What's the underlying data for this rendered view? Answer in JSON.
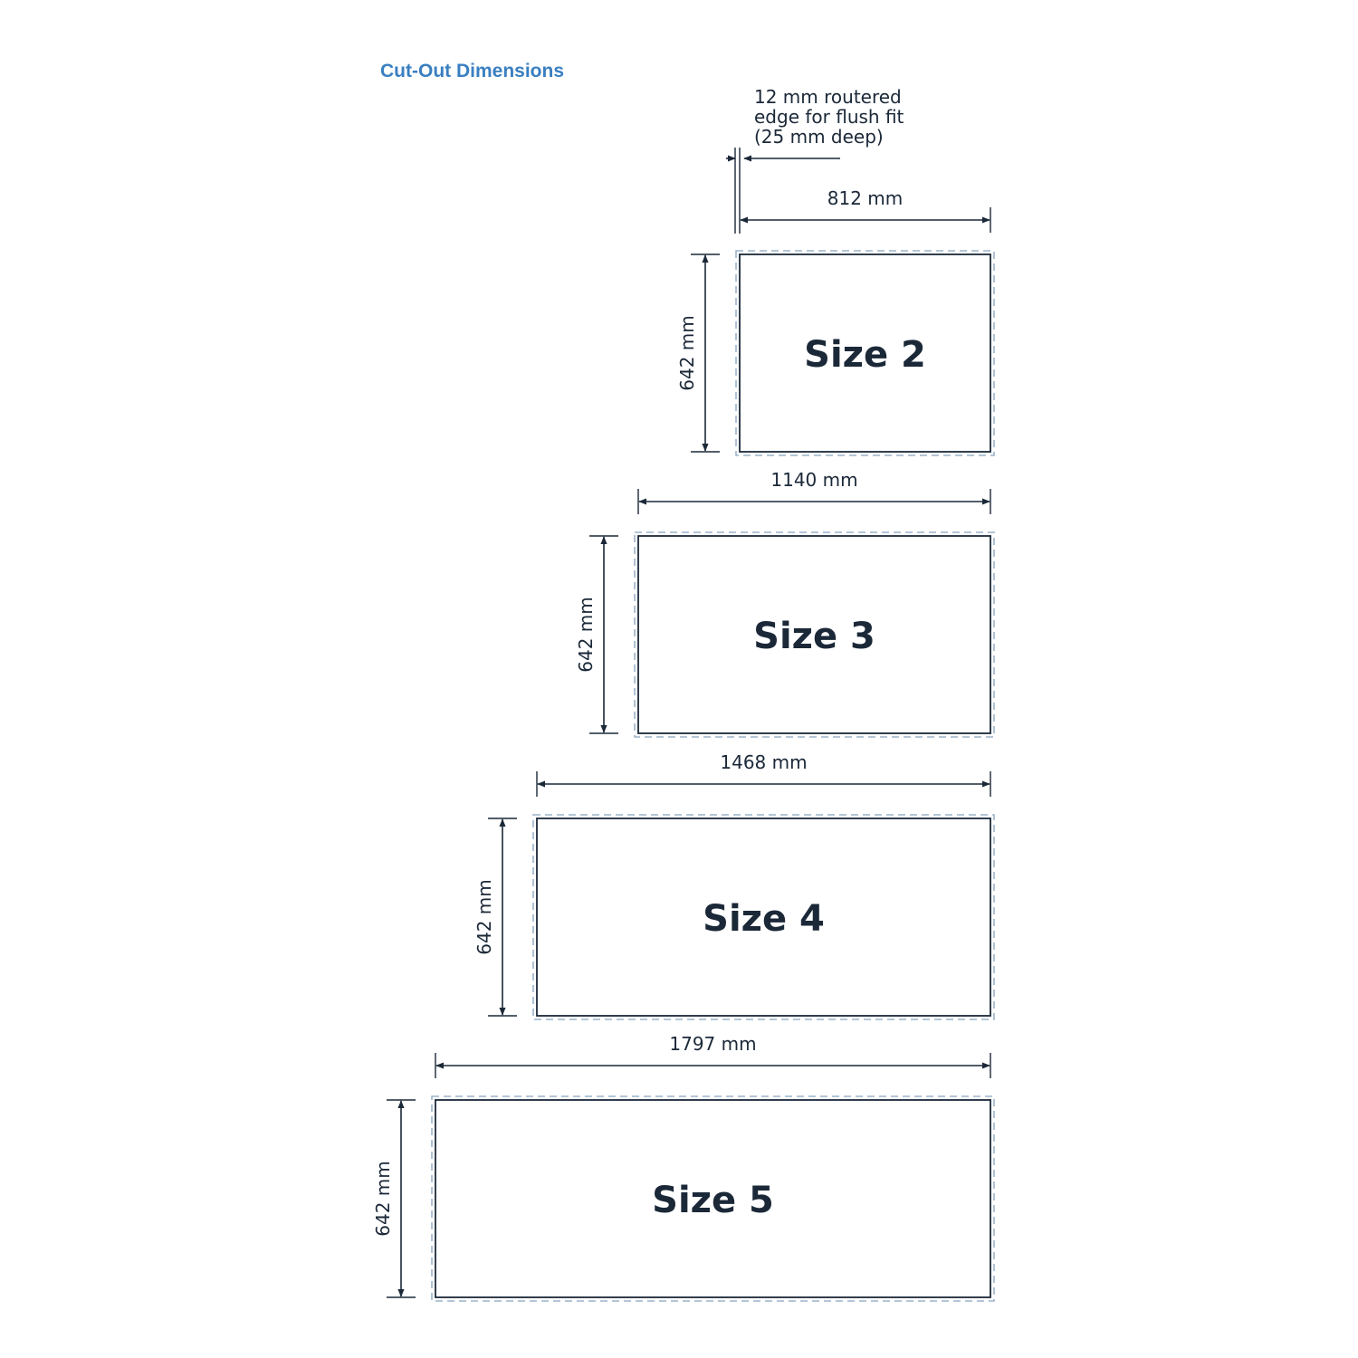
{
  "title": "Cut-Out Dimensions",
  "note_lines": [
    "12 mm routered",
    "edge for flush fit",
    "(25 mm deep)"
  ],
  "panels": [
    {
      "label": "Size 2",
      "width_label": "812 mm",
      "height_label": "642 mm",
      "width_mm": 812,
      "height_mm": 642
    },
    {
      "label": "Size 3",
      "width_label": "1140 mm",
      "height_label": "642 mm",
      "width_mm": 1140,
      "height_mm": 642
    },
    {
      "label": "Size 4",
      "width_label": "1468 mm",
      "height_label": "642 mm",
      "width_mm": 1468,
      "height_mm": 642
    },
    {
      "label": "Size 5",
      "width_label": "1797 mm",
      "height_label": "642 mm",
      "width_mm": 1797,
      "height_mm": 642
    }
  ],
  "colors": {
    "title": "#3a7fc1",
    "ink": "#1b2838",
    "dashed": "#9cb3c9"
  }
}
